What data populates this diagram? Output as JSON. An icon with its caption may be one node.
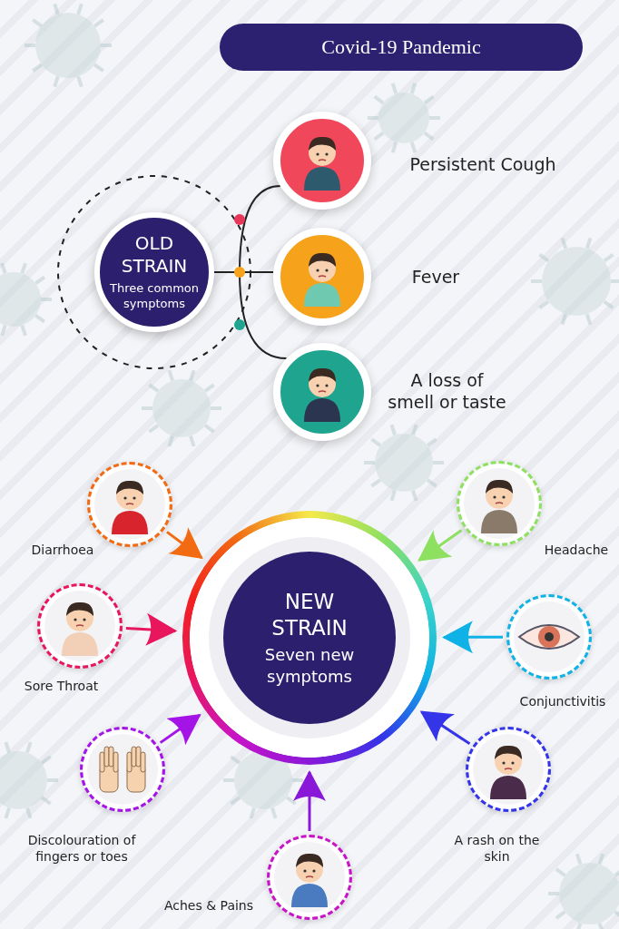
{
  "diagram": {
    "title": "Covid-19 Pandemic",
    "nodes": [
      {
        "text": [
          "OLD STRAIN",
          "Three common symptoms"
        ]
      },
      {
        "text": [],
        "shape": "picture",
        "beside": [
          "Persistent Cough"
        ]
      },
      {
        "text": [],
        "shape": "picture",
        "beside": [
          "Fever"
        ]
      },
      {
        "text": [],
        "shape": "picture",
        "beside": [
          "A loss of smell or taste"
        ]
      },
      {
        "text": [
          "NEW STRAIN",
          "Seven new symptoms"
        ]
      },
      {
        "text": [],
        "shape": "picture",
        "beside": [
          "Diarrhoea"
        ]
      },
      {
        "text": [],
        "shape": "picture",
        "beside": [
          "Headache"
        ]
      },
      {
        "text": [],
        "shape": "picture",
        "beside": [
          "Sore Throat"
        ]
      },
      {
        "text": [],
        "shape": "picture",
        "beside": [
          "Conjunctivitis"
        ]
      },
      {
        "text": [],
        "shape": "picture",
        "beside": [
          "Discolouration of fingers or toes"
        ]
      },
      {
        "text": [],
        "shape": "picture",
        "beside": [
          "A rash on the skin"
        ]
      },
      {
        "text": [],
        "shape": "picture",
        "beside": [
          "Aches & Pains"
        ]
      }
    ],
    "edges": [
      {
        "from": 0,
        "to": 1,
        "arrow": "none"
      },
      {
        "from": 0,
        "to": 2,
        "arrow": "none"
      },
      {
        "from": 0,
        "to": 3,
        "arrow": "none"
      },
      {
        "from": 5,
        "to": 4,
        "arrow": "to",
        "color": "#f26b12"
      },
      {
        "from": 6,
        "to": 4,
        "arrow": "to",
        "color": "#8ee060"
      },
      {
        "from": 7,
        "to": 4,
        "arrow": "to",
        "color": "#e8175d"
      },
      {
        "from": 8,
        "to": 4,
        "arrow": "to",
        "color": "#0fb2e6"
      },
      {
        "from": 9,
        "to": 4,
        "arrow": "to",
        "color": "#a514e6"
      },
      {
        "from": 10,
        "to": 4,
        "arrow": "to",
        "color": "#3434e8"
      },
      {
        "from": 11,
        "to": 4,
        "arrow": "to",
        "color": "#8a18d8"
      }
    ]
  }
}
